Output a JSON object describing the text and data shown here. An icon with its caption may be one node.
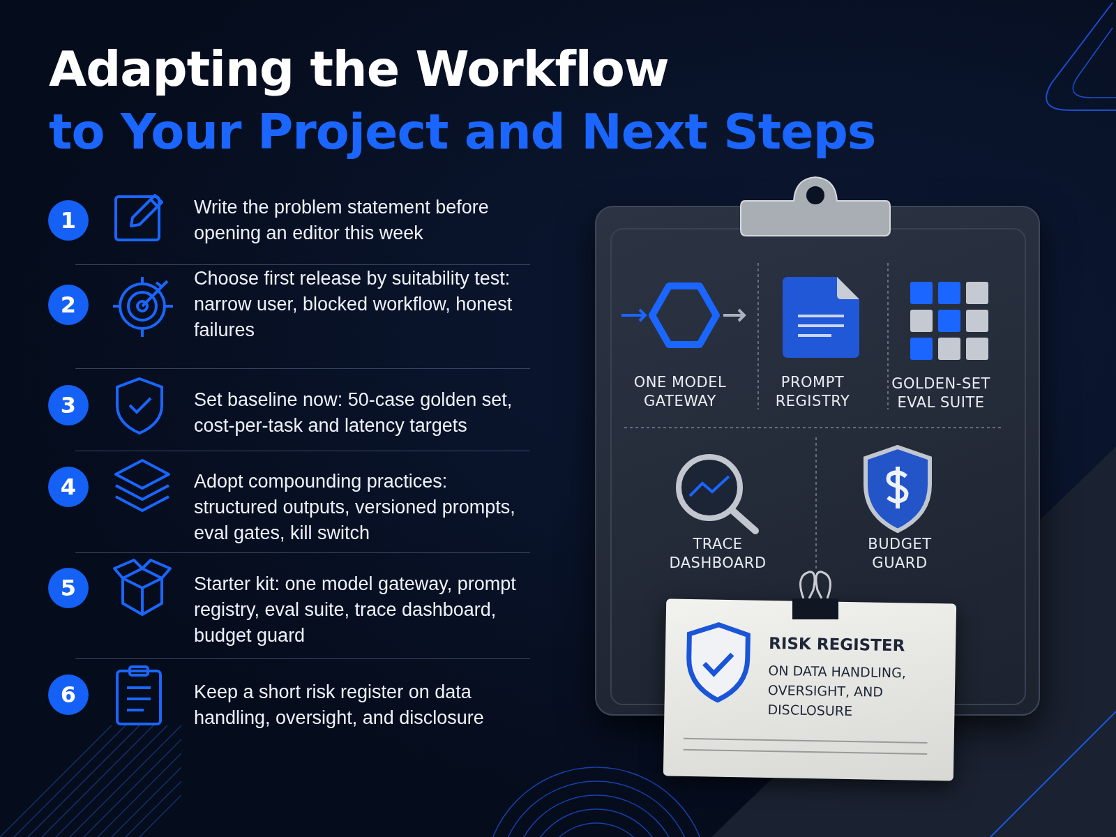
{
  "diagram": {
    "title": "Adapting the Workflow",
    "nodes": [
      {
        "text": [
          "1"
        ]
      },
      {
        "text": [
          "2"
        ]
      },
      {
        "text": [
          "3"
        ]
      },
      {
        "text": [
          "4"
        ]
      },
      {
        "text": [
          "5"
        ]
      },
      {
        "text": [
          "6"
        ]
      },
      {
        "text": [],
        "shape": "box"
      },
      {
        "text": [
          "RISK REGISTER",
          "ON DATA HANDLING, OVERSIGHT, AND DISCLOSURE"
        ]
      }
    ],
    "labels": [
      "to Your Project and Next Steps",
      "Write the problem statement before opening an editor this week",
      "Choose first release by suitability test: narrow user, blocked workflow, honest failures",
      "Set baseline now: 50-case golden set, cost-per-task and latency targets",
      "Adopt compounding practices: structured outputs, versioned prompts, eval gates, kill switch",
      "Starter kit: one model gateway, prompt registry, eval suite, trace dashboard, budget guard",
      "Keep a short risk register on data handling, oversight, and disclosure",
      "ONE MODEL GATEWAY",
      "PROMPT REGISTRY",
      "GOLDEN-SET EVAL SUITE",
      "TRACE DASHBOARD",
      "BUDGET GUARD"
    ]
  }
}
